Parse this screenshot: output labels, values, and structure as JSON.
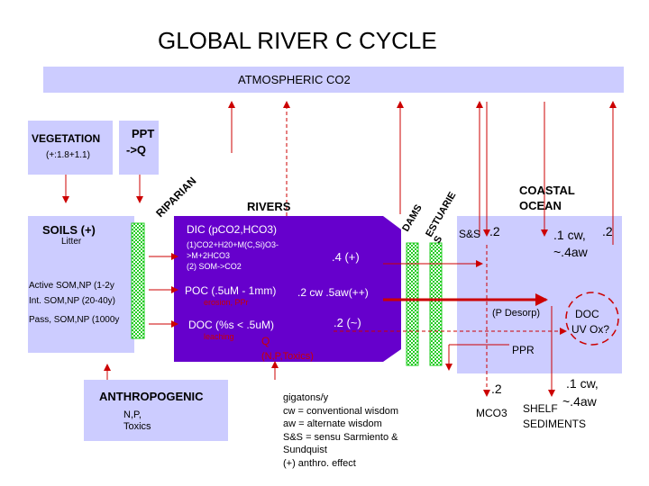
{
  "title": "GLOBAL RIVER C CYCLE",
  "atmosphere": "ATMOSPHERIC CO2",
  "vegetation": {
    "label": "VEGETATION",
    "value": "(+:1.8+1.1)"
  },
  "ppt": {
    "line1": "PPT",
    "line2": "->Q"
  },
  "riparian": "RIPARIAN",
  "rivers": "RIVERS",
  "dams": "DAMS",
  "estuaries": {
    "part1": "ESTUARIE",
    "part2": "S"
  },
  "coastal_ocean": {
    "line1": "COASTAL",
    "line2": "OCEAN"
  },
  "soils": {
    "label": "SOILS (+)",
    "litter": "Litter",
    "active": "Active SOM,NP (1-2y",
    "intermediate": "Int. SOM,NP (20-40y)",
    "passive": "Pass, SOM,NP (1000y"
  },
  "river_box": {
    "dic": "DIC (pCO2,HCO3)",
    "reaction1a": "(1)CO2+H20+M(C,Si)O3-",
    "reaction1b": ">M+2HCO3",
    "reaction2": "(2) SOM->CO2",
    "dic_flux": ".4 (+)",
    "poc": "POC (.5uM - 1mm)",
    "poc_flux": ".2 cw .5aw(++)",
    "erosion": "erosion, PPr",
    "doc": "DOC  (%s < .5uM)",
    "doc_flux": ".2 (~)",
    "leaching": "leaching",
    "q": "Q",
    "q_sub": "(N,P,Toxics)"
  },
  "ocean": {
    "ss": "S&S",
    "ss_val": ".2",
    "cw_val": ".1 cw,",
    "aw_val": "~.4aw",
    "right_val": ".2",
    "p_desorp": "(P Desorp)",
    "doc_ox1": "DOC",
    "doc_ox2": "UV Ox?",
    "ppr": "PPR"
  },
  "sediments": {
    "mco3_val": ".2",
    "mco3": "MCO3",
    "shelf_cw": ".1 cw,",
    "shelf_aw": "~.4aw",
    "shelf": "SHELF",
    "sediments": "SEDIMENTS"
  },
  "anthropogenic": {
    "label": "ANTHROPOGENIC",
    "line1": "N,P,",
    "line2": "Toxics"
  },
  "legend": [
    "gigatons/y",
    "cw = conventional wisdom",
    "aw = alternate wisdom",
    "S&S = sensu Sarmiento &",
    "Sundquist",
    "(+) anthro. effect"
  ],
  "colors": {
    "box": "#ccccff",
    "river": "#6600cc",
    "arrow": "#cc0000",
    "filter": "#00cc00"
  }
}
